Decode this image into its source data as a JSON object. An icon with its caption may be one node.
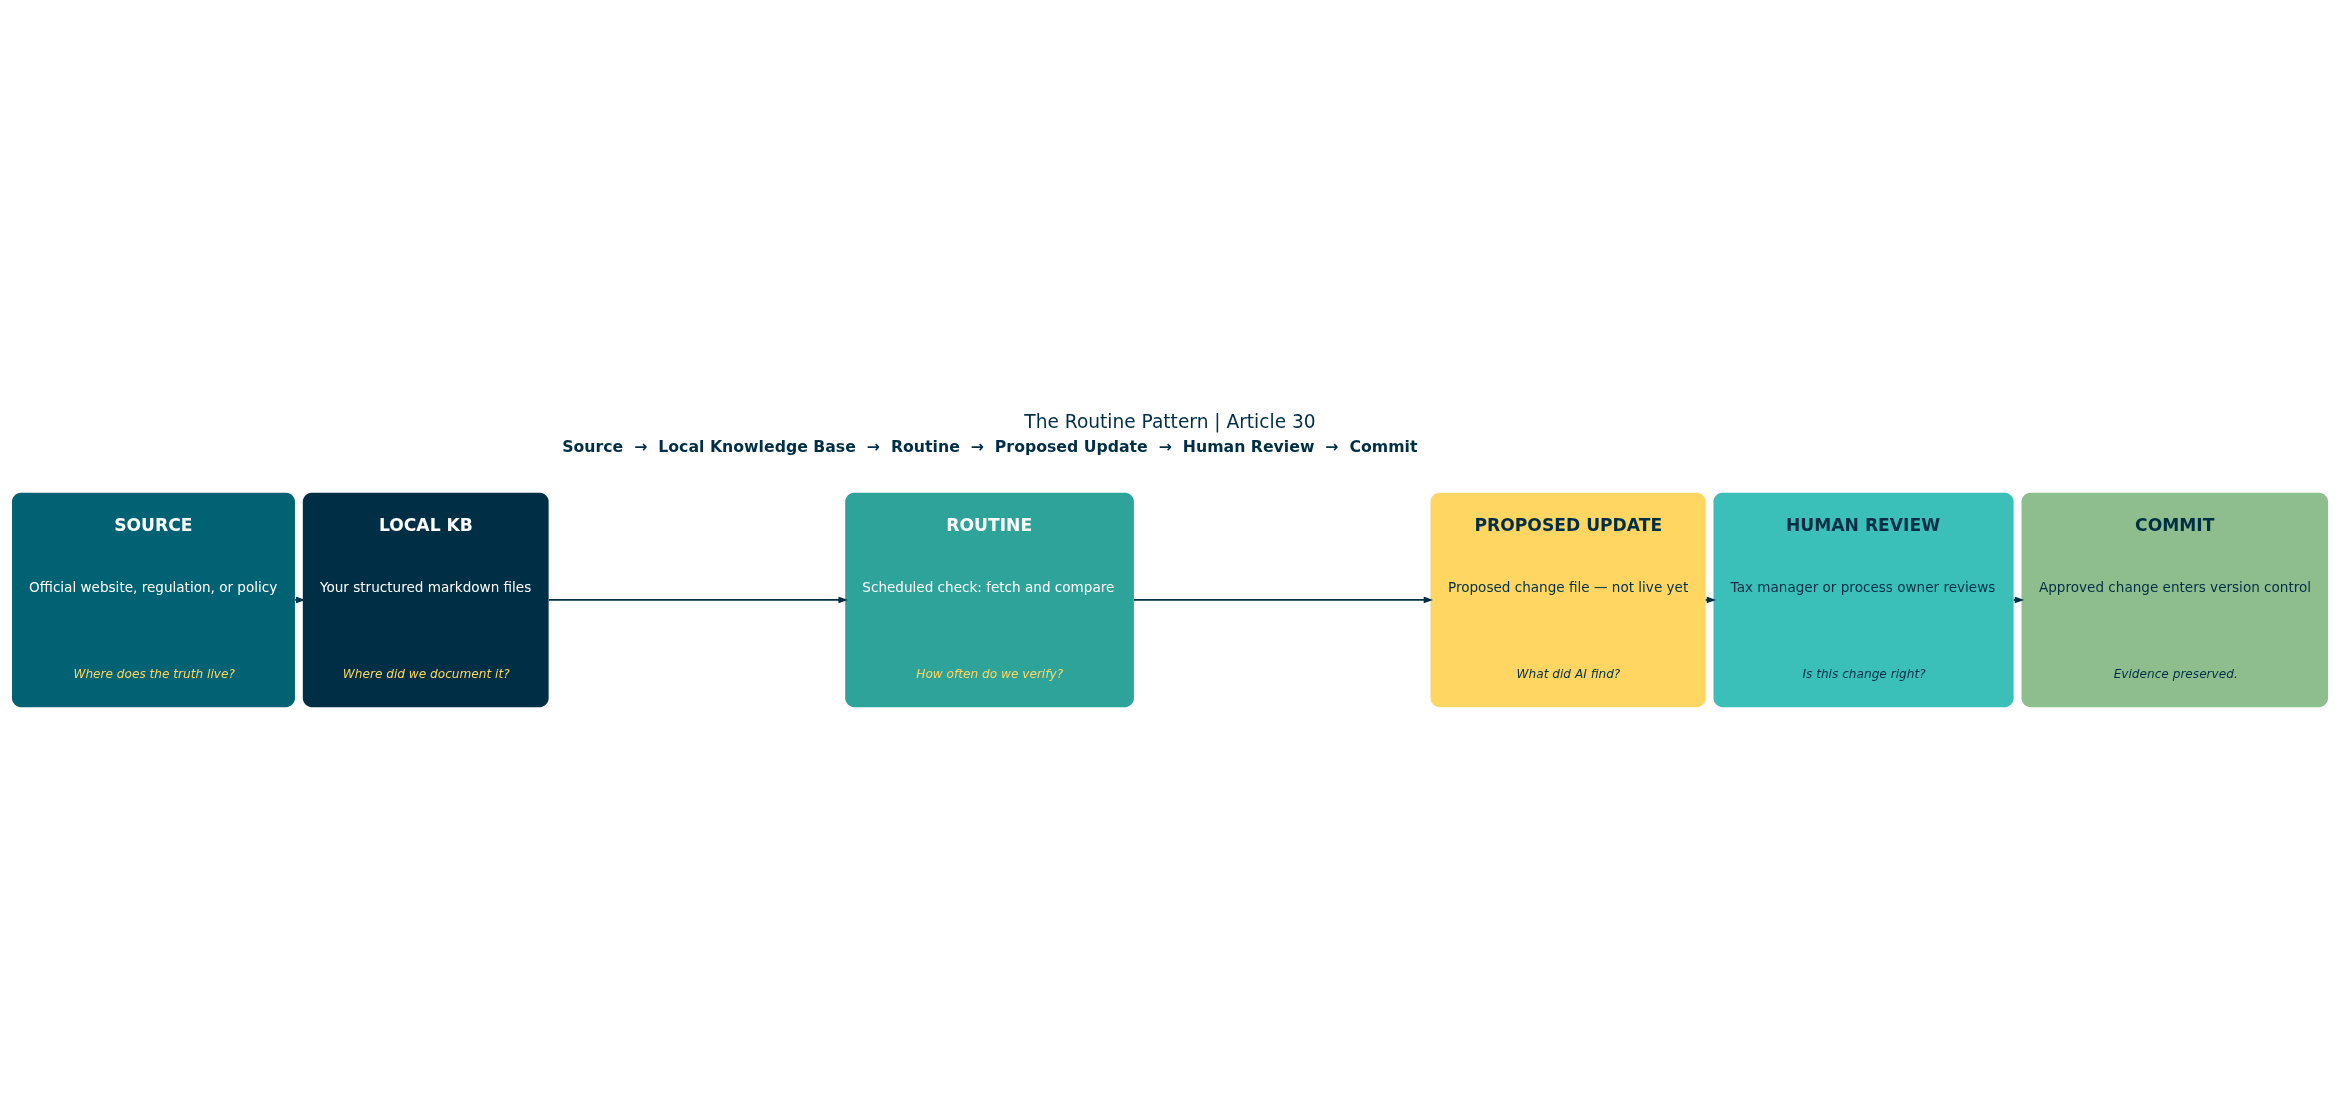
{
  "diagram": {
    "title": "The Routine Pattern | Article 30",
    "nodes": [
      {
        "text": [
          "SOURCE",
          "Official website, regulation, or policy",
          "Where does the truth live?"
        ]
      },
      {
        "text": [
          "LOCAL KB",
          "Your structured markdown files",
          "Where did we document it?"
        ]
      },
      {
        "text": [
          "ROUTINE",
          "Scheduled check: fetch and compare",
          "How often do we verify?"
        ]
      },
      {
        "text": [
          "PROPOSED UPDATE",
          "Proposed change file — not live yet",
          "What did AI find?"
        ]
      },
      {
        "text": [
          "HUMAN REVIEW",
          "Tax manager or process owner reviews",
          "Is this change right?"
        ]
      },
      {
        "text": [
          "COMMIT",
          "Approved change enters version control",
          "Evidence preserved."
        ]
      }
    ],
    "edges": [
      {
        "from": 0,
        "to": 1,
        "arrow": "to"
      },
      {
        "from": 1,
        "to": 2,
        "arrow": "to"
      },
      {
        "from": 2,
        "to": 3,
        "arrow": "to"
      },
      {
        "from": 3,
        "to": 4,
        "arrow": "to"
      },
      {
        "from": 4,
        "to": 5,
        "arrow": "to"
      }
    ],
    "labels": [
      "Source  →  Local Knowledge Base  →  Routine  →  Proposed Update  →  Human Review  →  Commit"
    ]
  }
}
